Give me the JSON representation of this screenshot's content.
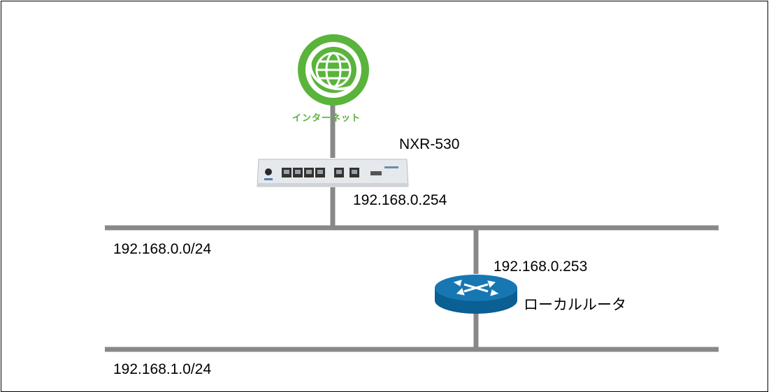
{
  "internet": {
    "label": "インターネット",
    "color": "#5ab43c"
  },
  "nxr": {
    "name": "NXR-530",
    "ip": "192.168.0.254"
  },
  "lan0": {
    "subnet": "192.168.0.0/24"
  },
  "local_router": {
    "ip": "192.168.0.253",
    "name": "ローカルルータ",
    "color": "#0d6fa8"
  },
  "lan1": {
    "subnet": "192.168.1.0/24"
  },
  "line_color": "#888888"
}
